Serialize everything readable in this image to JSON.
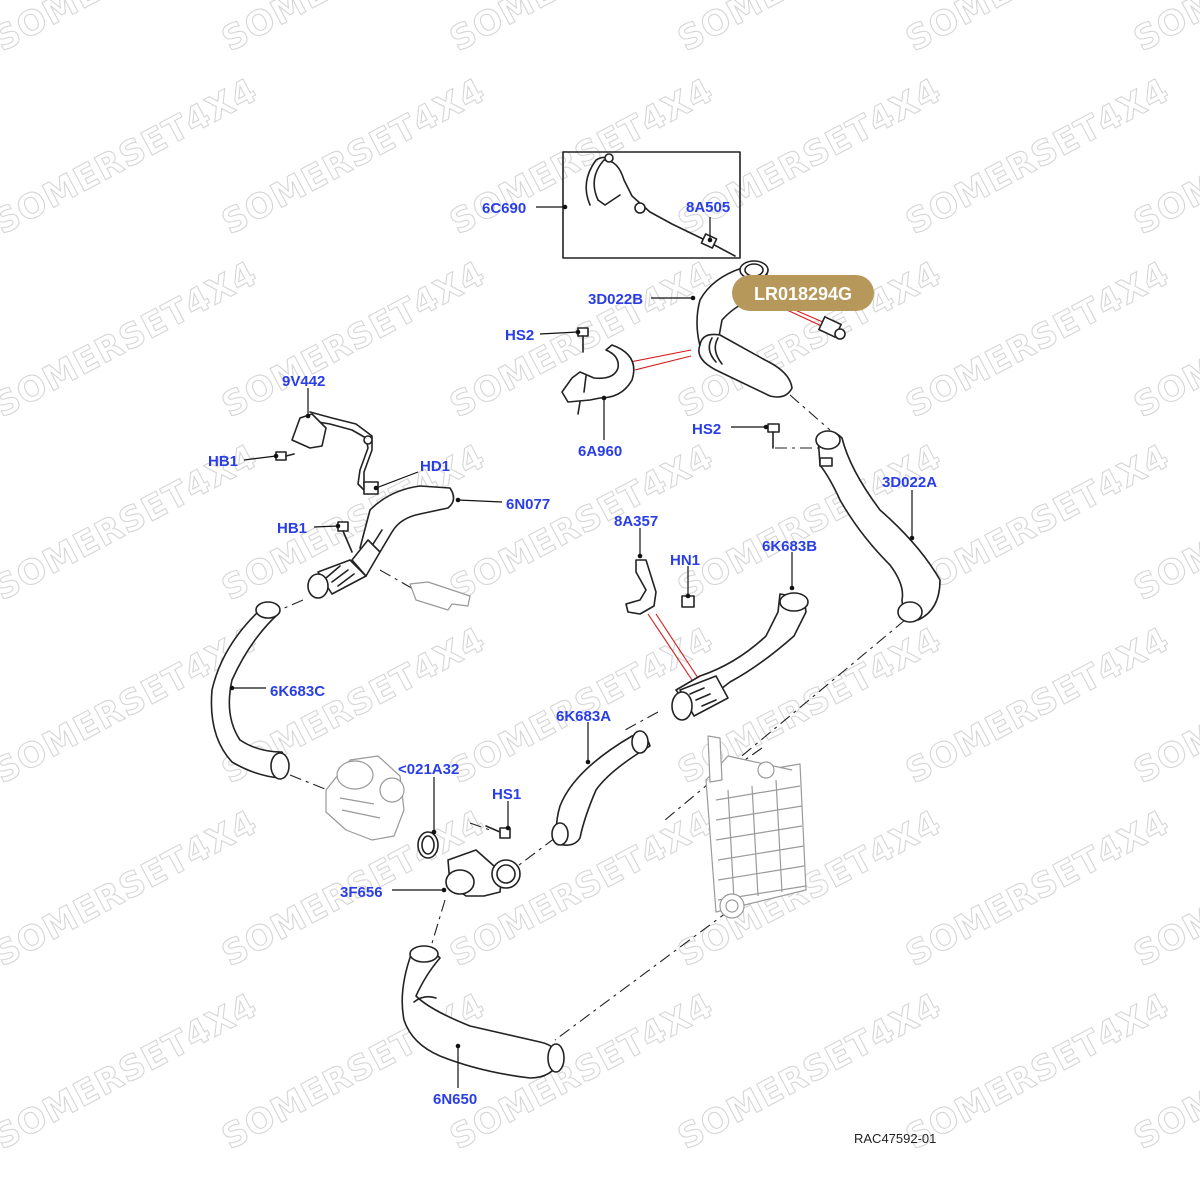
{
  "watermark_text": "SOMERSET4X4",
  "highlight": {
    "part_number": "LR018294G",
    "color": "#b5985a"
  },
  "callouts": {
    "c6C690": "6C690",
    "c8A505": "8A505",
    "c3D022B": "3D022B",
    "cHS2_top": "HS2",
    "c6A960": "6A960",
    "cHS2_mid": "HS2",
    "c3D022A": "3D022A",
    "c9V442": "9V442",
    "cHB1_top": "HB1",
    "cHD1": "HD1",
    "c6N077": "6N077",
    "cHB1_mid": "HB1",
    "c8A357": "8A357",
    "cHN1": "HN1",
    "c6K683B": "6K683B",
    "c6K683C": "6K683C",
    "c6K683A": "6K683A",
    "c021A32": "<021A32",
    "cHS1": "HS1",
    "c3F656": "3F656",
    "c6N650": "6N650"
  },
  "drawing_reference": "RAC47592-01",
  "colors": {
    "label": "#2a3ee6",
    "highlight_line": "#d51a1a",
    "watermark": "#d6d6d6"
  }
}
